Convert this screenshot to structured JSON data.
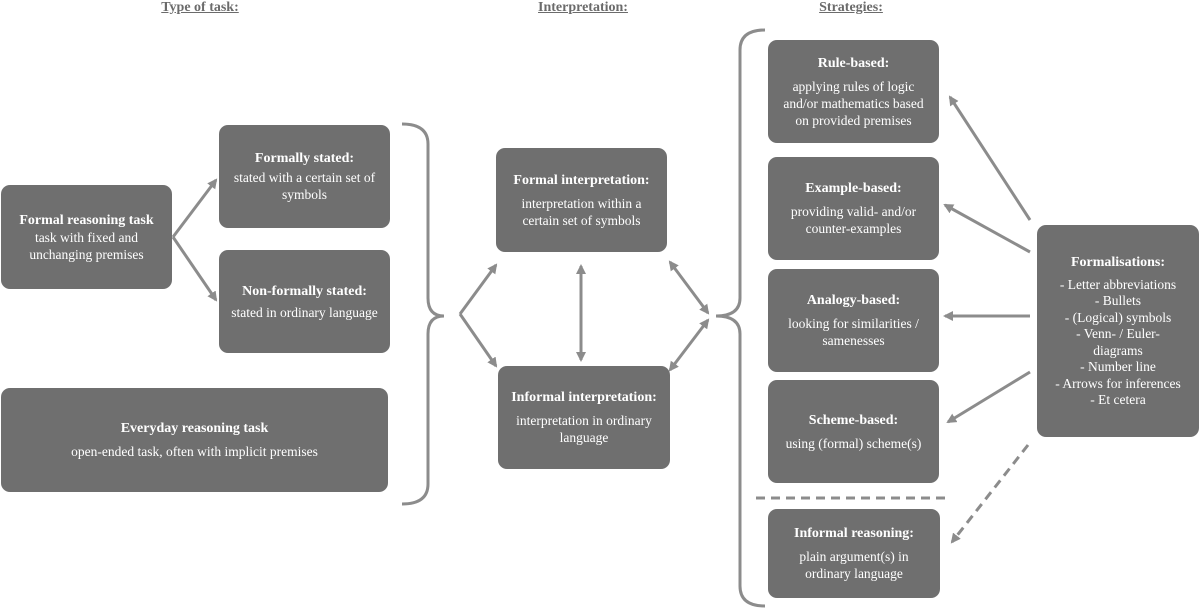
{
  "headers": {
    "type_of_task": "Type of task:",
    "interpretation": "Interpretation:",
    "strategies": "Strategies:"
  },
  "tasks": {
    "formal": {
      "title": "Formal reasoning task",
      "desc": "task with fixed and unchanging premises"
    },
    "everyday": {
      "title": "Everyday reasoning task",
      "desc": "open-ended task, often with implicit premises"
    }
  },
  "statements": {
    "formally": {
      "title": "Formally stated:",
      "desc": "stated with a certain set of symbols"
    },
    "non_formally": {
      "title": "Non-formally stated:",
      "desc": "stated in ordinary language"
    }
  },
  "interpretations": {
    "formal": {
      "title": "Formal interpretation:",
      "desc": "interpretation within a certain set of symbols"
    },
    "informal": {
      "title": "Informal interpretation:",
      "desc": "interpretation in ordinary language"
    }
  },
  "strategies": {
    "rule": {
      "title": "Rule-based:",
      "desc": "applying rules of logic and/or mathematics based on provided premises"
    },
    "example": {
      "title": "Example-based:",
      "desc": "providing valid- and/or counter-examples"
    },
    "analogy": {
      "title": "Analogy-based:",
      "desc": "looking for similarities / samenesses"
    },
    "scheme": {
      "title": "Scheme-based:",
      "desc": "using (formal) scheme(s)"
    },
    "informal": {
      "title": "Informal reasoning:",
      "desc": "plain argument(s) in ordinary language"
    }
  },
  "formalisations": {
    "title": "Formalisations:",
    "items": [
      "- Letter abbreviations",
      "- Bullets",
      "- (Logical) symbols",
      "- Venn- / Euler-",
      "diagrams",
      "- Number line",
      "- Arrows for inferences",
      "- Et cetera"
    ]
  },
  "colors": {
    "box": "#6f6f6f",
    "line": "#8c8c8c",
    "header": "#6b6b6b"
  }
}
